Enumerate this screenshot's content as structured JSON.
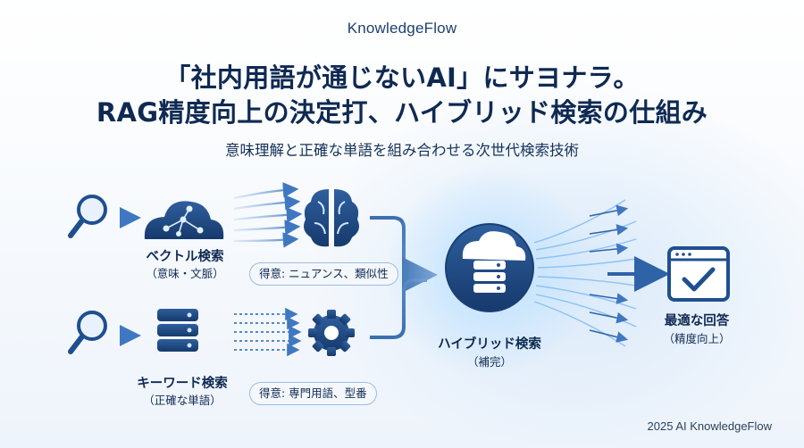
{
  "brand": "KnowledgeFlow",
  "title_line1": "「社内用語が通じないAI」にサヨナラ。",
  "title_line2": "RAG精度向上の決定打、ハイブリッド検索の仕組み",
  "subtitle": "意味理解と正確な単語を組み合わせる次世代検索技術",
  "vector": {
    "label": "ベクトル検索",
    "sublabel": "（意味・文脈）",
    "strength": "得意: ニュアンス、類似性"
  },
  "keyword": {
    "label": "キーワード検索",
    "sublabel": "（正確な単語）",
    "strength": "得意: 専門用語、型番"
  },
  "hybrid": {
    "label": "ハイブリッド検索",
    "sublabel": "（補完）"
  },
  "result": {
    "label": "最適な回答",
    "sublabel": "（精度向上）"
  },
  "footer": "2025 AI KnowledgeFlow",
  "colors": {
    "navy": "#173d73",
    "blue": "#2f63a8",
    "light_blue": "#6fa4e0",
    "glow": "#9fd2ff"
  },
  "icons": [
    "search-icon",
    "cloud-network-icon",
    "brain-icon",
    "database-icon",
    "gear-icon",
    "cloud-database-icon",
    "checkmark-window-icon"
  ]
}
